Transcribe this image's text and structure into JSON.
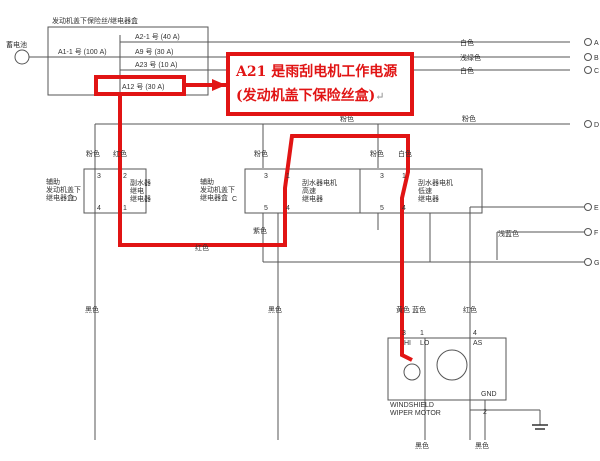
{
  "fuse_box": {
    "title": "发动机盖下保险丝/继电器盒",
    "battery_label": "蓄电池",
    "main_fuse": "A1-1 号 (100 A)",
    "fuses": [
      "A2-1 号 (40 A)",
      "A9 号 (30 A)",
      "A23 号 (10 A)",
      "A12 号 (30 A)"
    ]
  },
  "wires": {
    "white": "白色",
    "light_green": "浅绿色",
    "pink": "粉色",
    "red": "红色",
    "purple": "紫色",
    "blue": "蓝色",
    "black": "黑色",
    "yellow": "黄色",
    "light_blue": "浅蓝色"
  },
  "connectors": [
    "A",
    "B",
    "C",
    "D",
    "E",
    "F",
    "G"
  ],
  "relays": {
    "aux_relay_box": "辅助\n发动机盖下\n继电器盒",
    "aux_d": "D",
    "aux_c": "C",
    "r1": "副水器\n继电\n继电器",
    "r2": "刮水器电机\n高速\n继电器",
    "r3": "刮水器电机\n低速\n继电器"
  },
  "pins": [
    "1",
    "2",
    "3",
    "4",
    "5"
  ],
  "motor": {
    "title1": "WINDSHIELD",
    "title2": "WIPER MOTOR",
    "hi": "HI",
    "lo": "LO",
    "as": "AS",
    "gnd": "GND"
  },
  "callout": {
    "text": "A21 是雨刮电机工作电源 (发动机盖下保险丝盒)",
    "mark": "↵"
  },
  "colors": {
    "highlight": "#e11414",
    "line": "#555555"
  }
}
